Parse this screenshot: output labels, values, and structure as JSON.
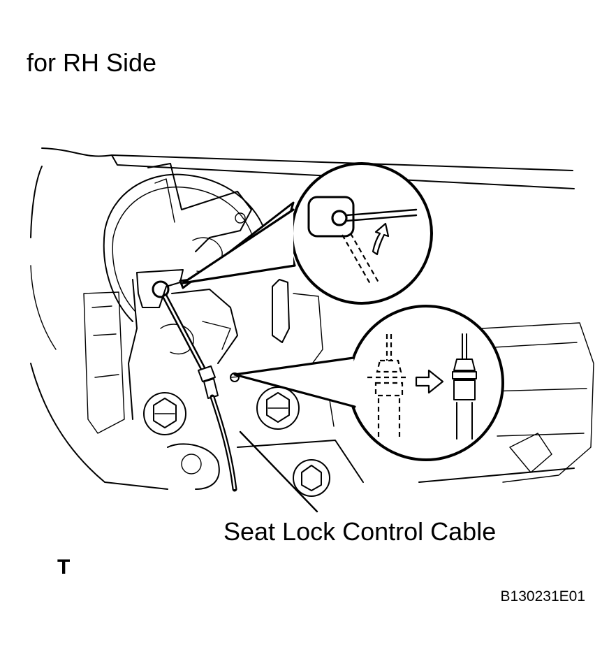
{
  "header": {
    "title": "for RH Side"
  },
  "callouts": [
    {
      "label": "Seat Lock Control Cable"
    }
  ],
  "footer": {
    "corner_mark": "T",
    "figure_code": "B130231E01"
  },
  "illustration": {
    "subject": "seat lock mechanism with control cable",
    "detail_views": [
      {
        "name": "cable-end-detail",
        "icon": "curved-arrow-icon"
      },
      {
        "name": "cable-housing-detail",
        "icon": "right-arrow-icon"
      }
    ],
    "line_color": "#000000",
    "background_color": "#ffffff"
  }
}
